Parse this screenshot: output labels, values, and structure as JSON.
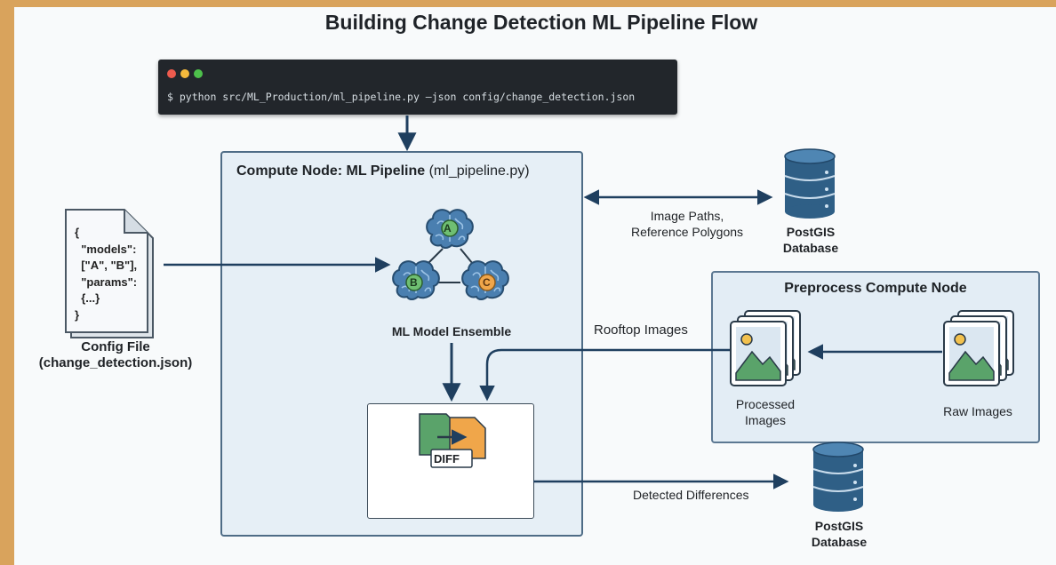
{
  "title": "Building Change Detection ML Pipeline Flow",
  "terminal": {
    "command": "$ python src/ML_Production/ml_pipeline.py —json config/change_detection.json",
    "dot_colors": [
      "#ee5b4e",
      "#f4b93c",
      "#4dc04b"
    ]
  },
  "compute_node": {
    "title_bold": "Compute Node: ML Pipeline",
    "title_rest": " (ml_pipeline.py)",
    "ensemble_label": "ML Model Ensemble",
    "models": [
      "A",
      "B",
      "C"
    ],
    "diff_label": "DIFF"
  },
  "config_file": {
    "lines": [
      "{",
      "  \"models\":",
      "  [\"A\", \"B\"],",
      "  \"params\":",
      "  {...}",
      "}"
    ],
    "label_line1": "Config File",
    "label_line2": "(change_detection.json)"
  },
  "database_top": {
    "label_line1": "PostGIS",
    "label_line2": "Database",
    "edge_label_line1": "Image Paths,",
    "edge_label_line2": "Reference Polygons"
  },
  "database_bottom": {
    "label_line1": "PostGIS",
    "label_line2": "Database",
    "edge_label": "Detected Differences"
  },
  "preprocess_node": {
    "title": "Preprocess Compute Node",
    "processed_line1": "Processed",
    "processed_line2": "Images",
    "raw_label": "Raw Images",
    "edge_label": "Rooftop Images"
  },
  "colors": {
    "arrow": "#1f3f5f",
    "database": "#2f5f86",
    "brain": "#4a7fb0",
    "model_a": "#6fbf72",
    "model_b": "#6fbf72",
    "model_c": "#f0a64a"
  }
}
